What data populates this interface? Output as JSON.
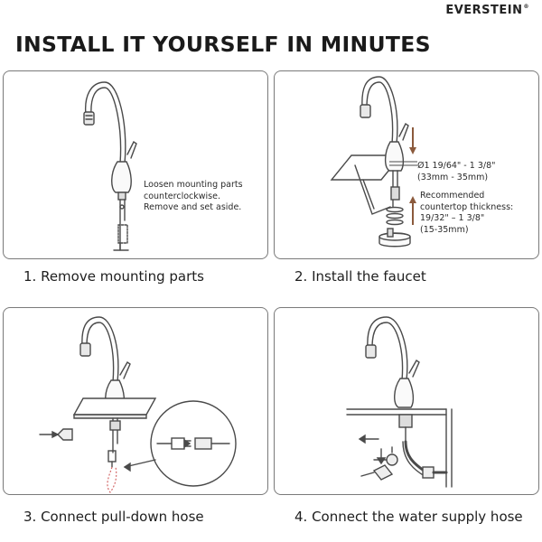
{
  "brand": {
    "name": "EVERSTEIN",
    "mark": "®"
  },
  "headline": "INSTALL IT YOURSELF IN MINUTES",
  "steps": [
    {
      "caption": "1. Remove mounting parts",
      "note": [
        "Loosen mounting parts",
        "counterclockwise.",
        "Remove and set aside."
      ]
    },
    {
      "caption": "2. Install the faucet",
      "dimension": [
        "Ø1 19/64\" - 1 3/8\"",
        "(33mm - 35mm)"
      ],
      "thickness": [
        "Recommended",
        "countertop thickness:",
        "19/32\" – 1 3/8\"",
        "(15-35mm)"
      ]
    },
    {
      "caption": "3. Connect pull-down hose"
    },
    {
      "caption": "4. Connect the water supply hose"
    }
  ],
  "colors": {
    "line": "#4a4a4a",
    "arrow": "#8b5a3c",
    "hose_dash": "#d46a6a",
    "panel_border": "#7a7a7a"
  }
}
